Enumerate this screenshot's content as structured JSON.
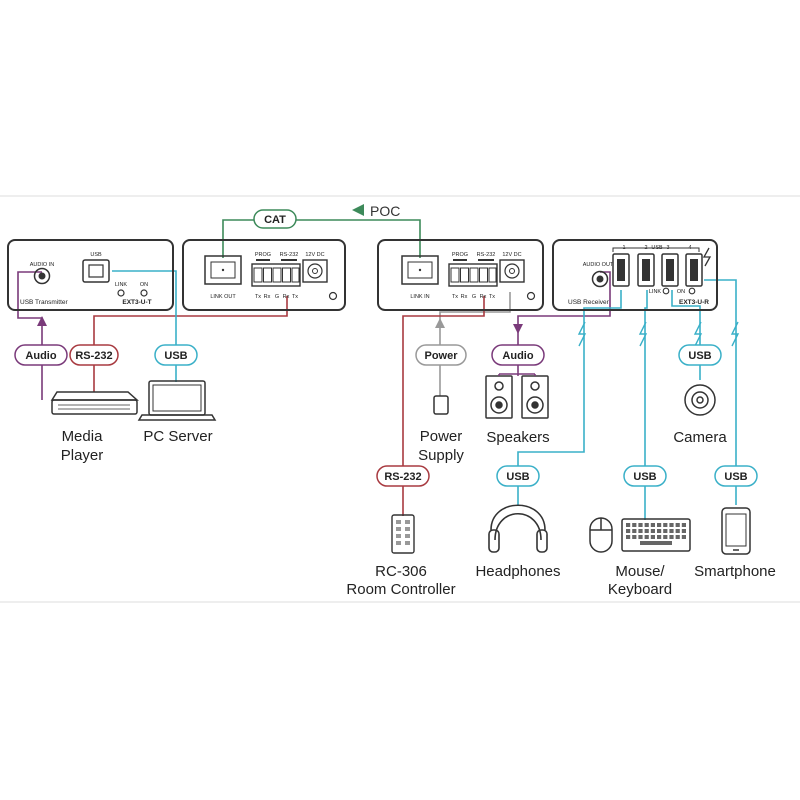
{
  "links": {
    "cat_label": "CAT",
    "poc_label": "POC"
  },
  "transmitter": {
    "audio_in": "AUDIO IN",
    "usb": "USB",
    "link": "LINK",
    "on": "ON",
    "name": "USB Transmitter",
    "model": "EXT3-U-T",
    "prog": "PROG",
    "rs232": "RS-232",
    "power": "12V DC",
    "link_out": "LINK OUT",
    "terminal_pins": [
      "Tx",
      "Rx",
      "G",
      "Rx",
      "Tx"
    ]
  },
  "receiver": {
    "prog": "PROG",
    "rs232": "RS-232",
    "power": "12V DC",
    "link_in": "LINK IN",
    "terminal_pins": [
      "Tx",
      "Rx",
      "G",
      "Rx",
      "Tx"
    ],
    "audio_out": "AUDIO OUT",
    "name": "USB Receiver",
    "usb": "USB",
    "port_numbers": [
      "1",
      "2",
      "3",
      "4"
    ],
    "link": "LINK",
    "on": "ON",
    "model": "EXT3-U-R"
  },
  "pills": {
    "tx_audio": "Audio",
    "tx_rs232": "RS-232",
    "tx_usb": "USB",
    "power": "Power",
    "rx_audio": "Audio",
    "camera_usb": "USB",
    "rc_rs232": "RS-232",
    "headphones_usb": "USB",
    "keyboard_usb": "USB",
    "smartphone_usb": "USB"
  },
  "captions": {
    "media_player": [
      "Media",
      "Player"
    ],
    "pc_server": "PC Server",
    "power_supply": [
      "Power",
      "Supply"
    ],
    "speakers": "Speakers",
    "camera": "Camera",
    "room_controller": [
      "RC-306",
      "Room Controller"
    ],
    "headphones": "Headphones",
    "mouse_keyboard": [
      "Mouse/",
      "Keyboard"
    ],
    "smartphone": "Smartphone"
  },
  "colors": {
    "cat": "#3d8a5a",
    "usb": "#3ab0c8",
    "audio": "#7a3a7a",
    "rs232": "#a83a40",
    "power": "#999999",
    "device": "#333333"
  }
}
